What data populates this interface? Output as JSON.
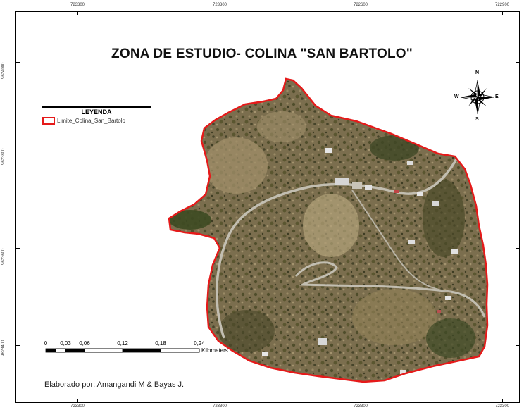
{
  "title": "ZONA DE ESTUDIO- COLINA \"SAN BARTOLO\"",
  "grid_labels": {
    "top": [
      "723300",
      "723300",
      "722600",
      "722900"
    ],
    "bottom": [
      "723300",
      "723300",
      "723300",
      "723300"
    ],
    "left": [
      "9624000",
      "9623800",
      "9623600",
      "9623400"
    ]
  },
  "legend": {
    "title": "LEYENDA",
    "item_label": "Limite_Colina_San_Bartolo",
    "item_color": "#e51a1a"
  },
  "scalebar": {
    "labels": [
      "0",
      "0,03",
      "0,06",
      "0,12",
      "0,18",
      "0,24"
    ],
    "unit": "Kilometers"
  },
  "north_arrow": {
    "n": "N",
    "s": "S",
    "e": "E",
    "w": "W"
  },
  "credits": "Elaborado por: Amangandi M & Bayas J.",
  "colors": {
    "boundary": "#e51a1a",
    "vegetation": "#5a5a2f",
    "soil": "#8a7a58",
    "road": "#b7b3a6"
  }
}
